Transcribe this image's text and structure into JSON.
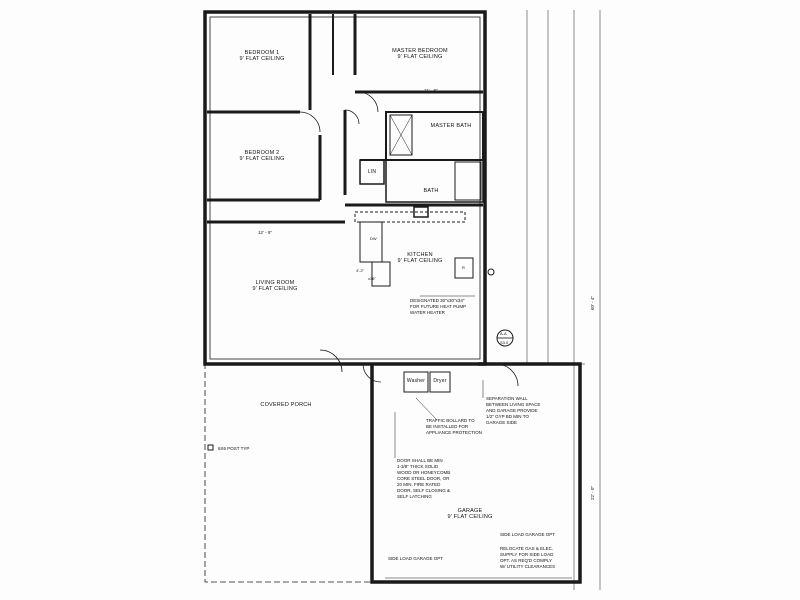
{
  "rooms": {
    "bedroom1": {
      "name": "BEDROOM 1",
      "ceiling": "9' FLAT CEILING"
    },
    "master_bedroom": {
      "name": "MASTER BEDROOM",
      "ceiling": "9' FLAT CEILING"
    },
    "master_bath": {
      "name": "MASTER BATH"
    },
    "bedroom2": {
      "name": "BEDROOM 2",
      "ceiling": "9' FLAT CEILING"
    },
    "lin": {
      "name": "LIN"
    },
    "bath": {
      "name": "BATH"
    },
    "kitchen": {
      "name": "KITCHEN",
      "ceiling": "9' FLAT CEILING"
    },
    "living_room": {
      "name": "LIVING ROOM",
      "ceiling": "9' FLAT CEILING"
    },
    "covered_porch": {
      "name": "COVERED PORCH"
    },
    "garage": {
      "name": "GARAGE",
      "ceiling": "9' FLAT CEILING"
    },
    "washer": {
      "name": "Washer"
    },
    "dryer": {
      "name": "Dryer"
    }
  },
  "notes": {
    "water_heater": [
      "DESIGNATED 30\"x30\"x34\"",
      "FOR FUTURE HEAT PUMP",
      "WATER HEATER"
    ],
    "separation_wall": [
      "SEPARATION WALL",
      "BETWEEN LIVING SPACE",
      "AND GARAGE PROVIDE",
      "1/2\" GYP BD MIN TO",
      "GARAGE SIDE"
    ],
    "traffic_bollard": [
      "TRAFFIC BOLLARD TO",
      "BE INSTALLED FOR",
      "APPLIANCE PROTECTION"
    ],
    "door": [
      "DOOR SHALL BE MIN",
      "1-3/8\" THICK SOLID",
      "WOOD OR HONEYCOMB",
      "CORE STEEL DOOR, OR",
      "20 MIN. FIRE RATED",
      "DOOR, SELF CLOSING &",
      "SELF LATCHING"
    ],
    "post": "6X6 POST TYP",
    "side_load_right": "SIDE LOAD GARAGE OPT",
    "side_load_bottom": "SIDE LOAD GARAGE OPT",
    "relocate": [
      "RELOCATE GAS & ELEC.",
      "SUPPLY FOR SIDE LOAD",
      "OPT. AS REQ'D COMPLY",
      "W/ UTILITY CLEARANCES"
    ],
    "section_marker": {
      "top": "A-A",
      "bottom": "S3.0"
    }
  },
  "dimensions": {
    "master_width": "11' - 8\"",
    "living_width": "12' - 9\"",
    "overall_depth": "60' - 4\"",
    "garage_depth": "22' - 0\"",
    "dw": "DW",
    "range": "R",
    "kitchen_size": "4'-2\"",
    "kitchen_size2": "x36\""
  },
  "colors": {
    "line": "#1a1a1a",
    "paper": "#fdfdfd"
  }
}
